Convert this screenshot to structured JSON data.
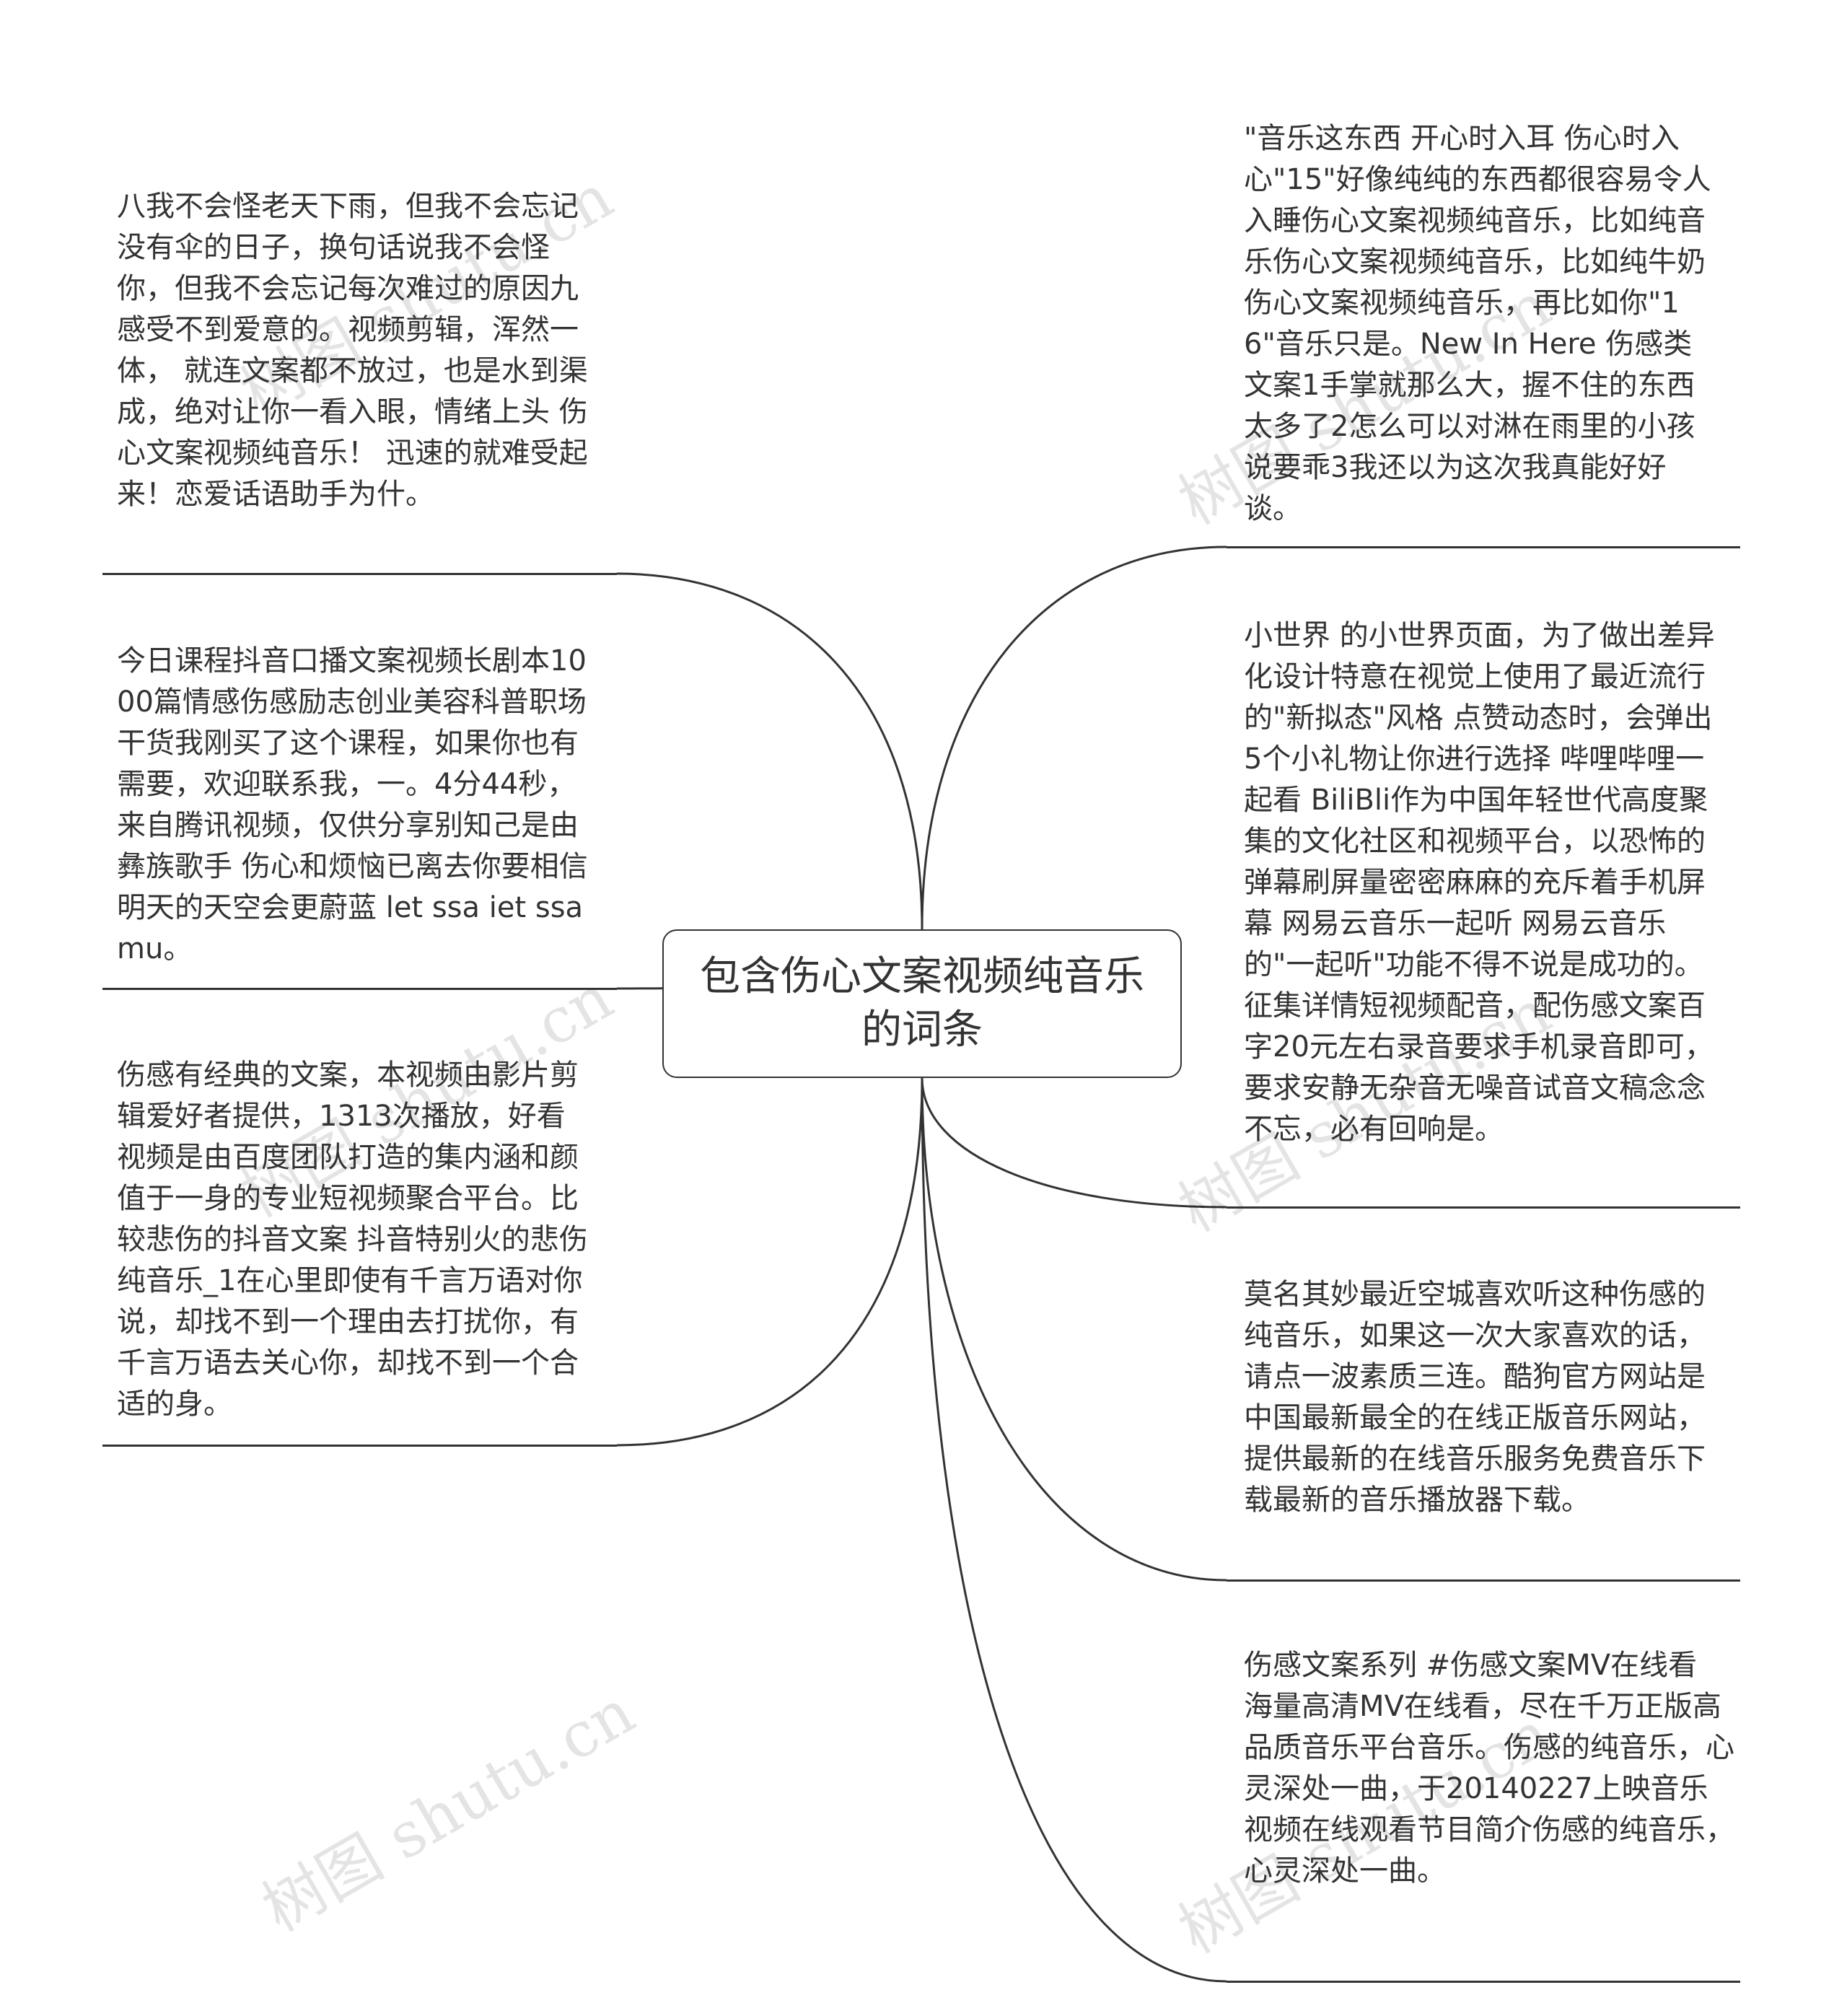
{
  "root": {
    "text": "包含伤心文案视频纯音乐的词条"
  },
  "left_branches": [
    {
      "text": "八我不会怪老天下雨，但我不会忘记没有伞的日子，换句话说我不会怪你，但我不会忘记每次难过的原因九感受不到爱意的。视频剪辑，浑然一体， 就连文案都不放过，也是水到渠成，绝对让你一看入眼，情绪上头 伤心文案视频纯音乐！ 迅速的就难受起来！恋爱话语助手为什。"
    },
    {
      "text": "今日课程抖音口播文案视频长剧本1000篇情感伤感励志创业美容科普职场干货我刚买了这个课程，如果你也有需要，欢迎联系我，一。4分44秒，来自腾讯视频，仅供分享别知己是由彝族歌手 伤心和烦恼已离去你要相信明天的天空会更蔚蓝 let ssa iet ssa mu。"
    },
    {
      "text": "伤感有经典的文案，本视频由影片剪辑爱好者提供，1313次播放，好看视频是由百度团队打造的集内涵和颜值于一身的专业短视频聚合平台。比较悲伤的抖音文案 抖音特别火的悲伤纯音乐_1在心里即使有千言万语对你说，却找不到一个理由去打扰你，有千言万语去关心你，却找不到一个合适的身。"
    }
  ],
  "right_branches": [
    {
      "text": "\"音乐这东西 开心时入耳 伤心时入心\"15\"好像纯纯的东西都很容易令人入睡伤心文案视频纯音乐，比如纯音乐伤心文案视频纯音乐，比如纯牛奶伤心文案视频纯音乐，再比如你\"16\"音乐只是。New In Here 伤感类文案1手掌就那么大，握不住的东西太多了2怎么可以对淋在雨里的小孩说要乖3我还以为这次我真能好好谈。"
    },
    {
      "text": "小世界 的小世界页面，为了做出差异化设计特意在视觉上使用了最近流行的\"新拟态\"风格 点赞动态时，会弹出5个小礼物让你进行选择 哔哩哔哩一起看 BiliBli作为中国年轻世代高度聚集的文化社区和视频平台，以恐怖的弹幕刷屏量密密麻麻的充斥着手机屏幕 网易云音乐一起听 网易云音乐的\"一起听\"功能不得不说是成功的。征集详情短视频配音，配伤感文案百字20元左右录音要求手机录音即可，要求安静无杂音无噪音试音文稿念念不忘，必有回响是。"
    },
    {
      "text": "莫名其妙最近空城喜欢听这种伤感的纯音乐，如果这一次大家喜欢的话，请点一波素质三连。酷狗官方网站是中国最新最全的在线正版音乐网站，提供最新的在线音乐服务免费音乐下载最新的音乐播放器下载。"
    },
    {
      "text": "伤感文案系列 #伤感文案MV在线看 海量高清MV在线看，尽在千万正版高品质音乐平台音乐。伤感的纯音乐，心灵深处一曲，于20140227上映音乐视频在线观看节目简介伤感的纯音乐，心灵深处一曲。"
    }
  ],
  "watermark": "树图 shutu.cn",
  "colors": {
    "line": "#333333",
    "text": "#333333",
    "background": "#ffffff"
  }
}
